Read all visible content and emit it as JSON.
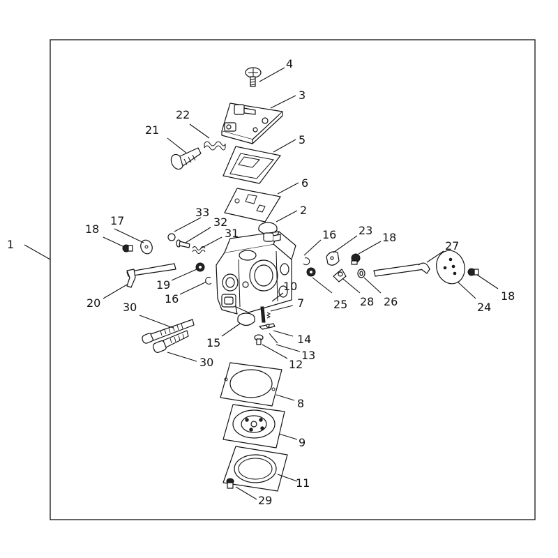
{
  "labels": {
    "l1": "1",
    "l2": "2",
    "l3": "3",
    "l4": "4",
    "l5": "5",
    "l6": "6",
    "l7": "7",
    "l8": "8",
    "l9": "9",
    "l10": "10",
    "l11": "11",
    "l12": "12",
    "l13": "13",
    "l14": "14",
    "l15": "15",
    "l16a": "16",
    "l16b": "16",
    "l17": "17",
    "l18a": "18",
    "l18b": "18",
    "l18c": "18",
    "l19": "19",
    "l20": "20",
    "l21": "21",
    "l22": "22",
    "l23": "23",
    "l24": "24",
    "l25": "25",
    "l26": "26",
    "l27": "27",
    "l28": "28",
    "l29": "29",
    "l30a": "30",
    "l30b": "30",
    "l31": "31",
    "l32": "32",
    "l33": "33"
  }
}
